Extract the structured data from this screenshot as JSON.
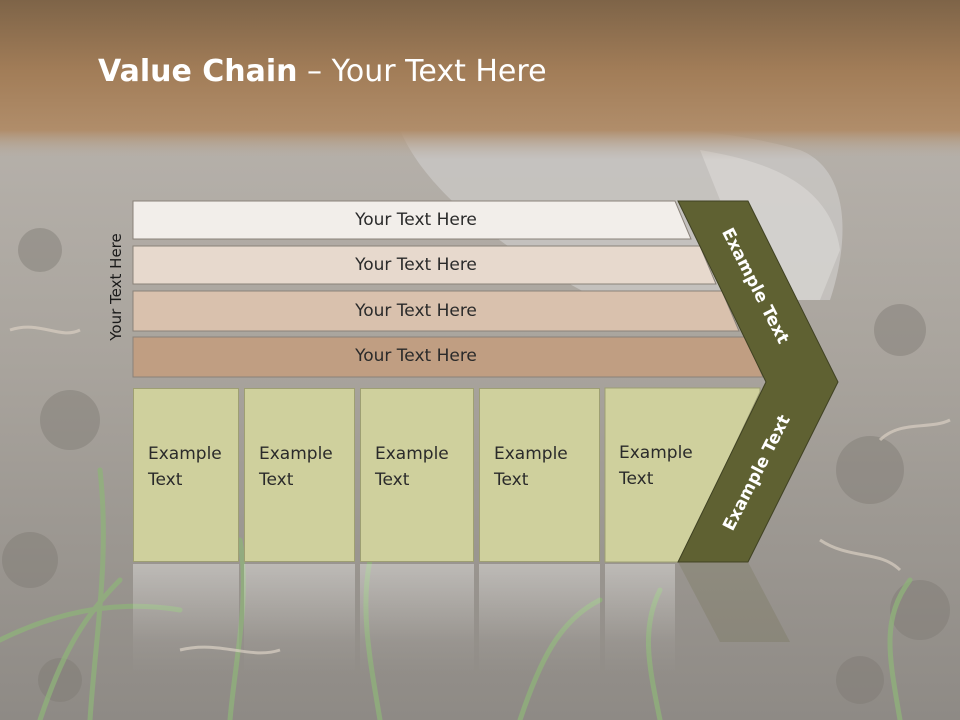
{
  "title": {
    "bold": "Value Chain",
    "rest": " – Your Text Here"
  },
  "side_label": "Your Text Here",
  "rows": [
    {
      "label": "Your Text Here",
      "color": "#f2eeea"
    },
    {
      "label": "Your Text Here",
      "color": "#e7d9cd"
    },
    {
      "label": "Your Text Here",
      "color": "#d9c1ad"
    },
    {
      "label": "Your Text Here",
      "color": "#c09e82"
    }
  ],
  "boxes": [
    {
      "line1": "Example",
      "line2": "Text"
    },
    {
      "line1": "Example",
      "line2": "Text"
    },
    {
      "line1": "Example",
      "line2": "Text"
    },
    {
      "line1": "Example",
      "line2": "Text"
    },
    {
      "line1": "Example",
      "line2": "Text"
    }
  ],
  "chevron": {
    "top_label": "Example Text",
    "bottom_label": "Example Text",
    "color": "#5f6132"
  },
  "colors": {
    "title_band": "#9a7651",
    "box_fill": "#cfd09d"
  }
}
